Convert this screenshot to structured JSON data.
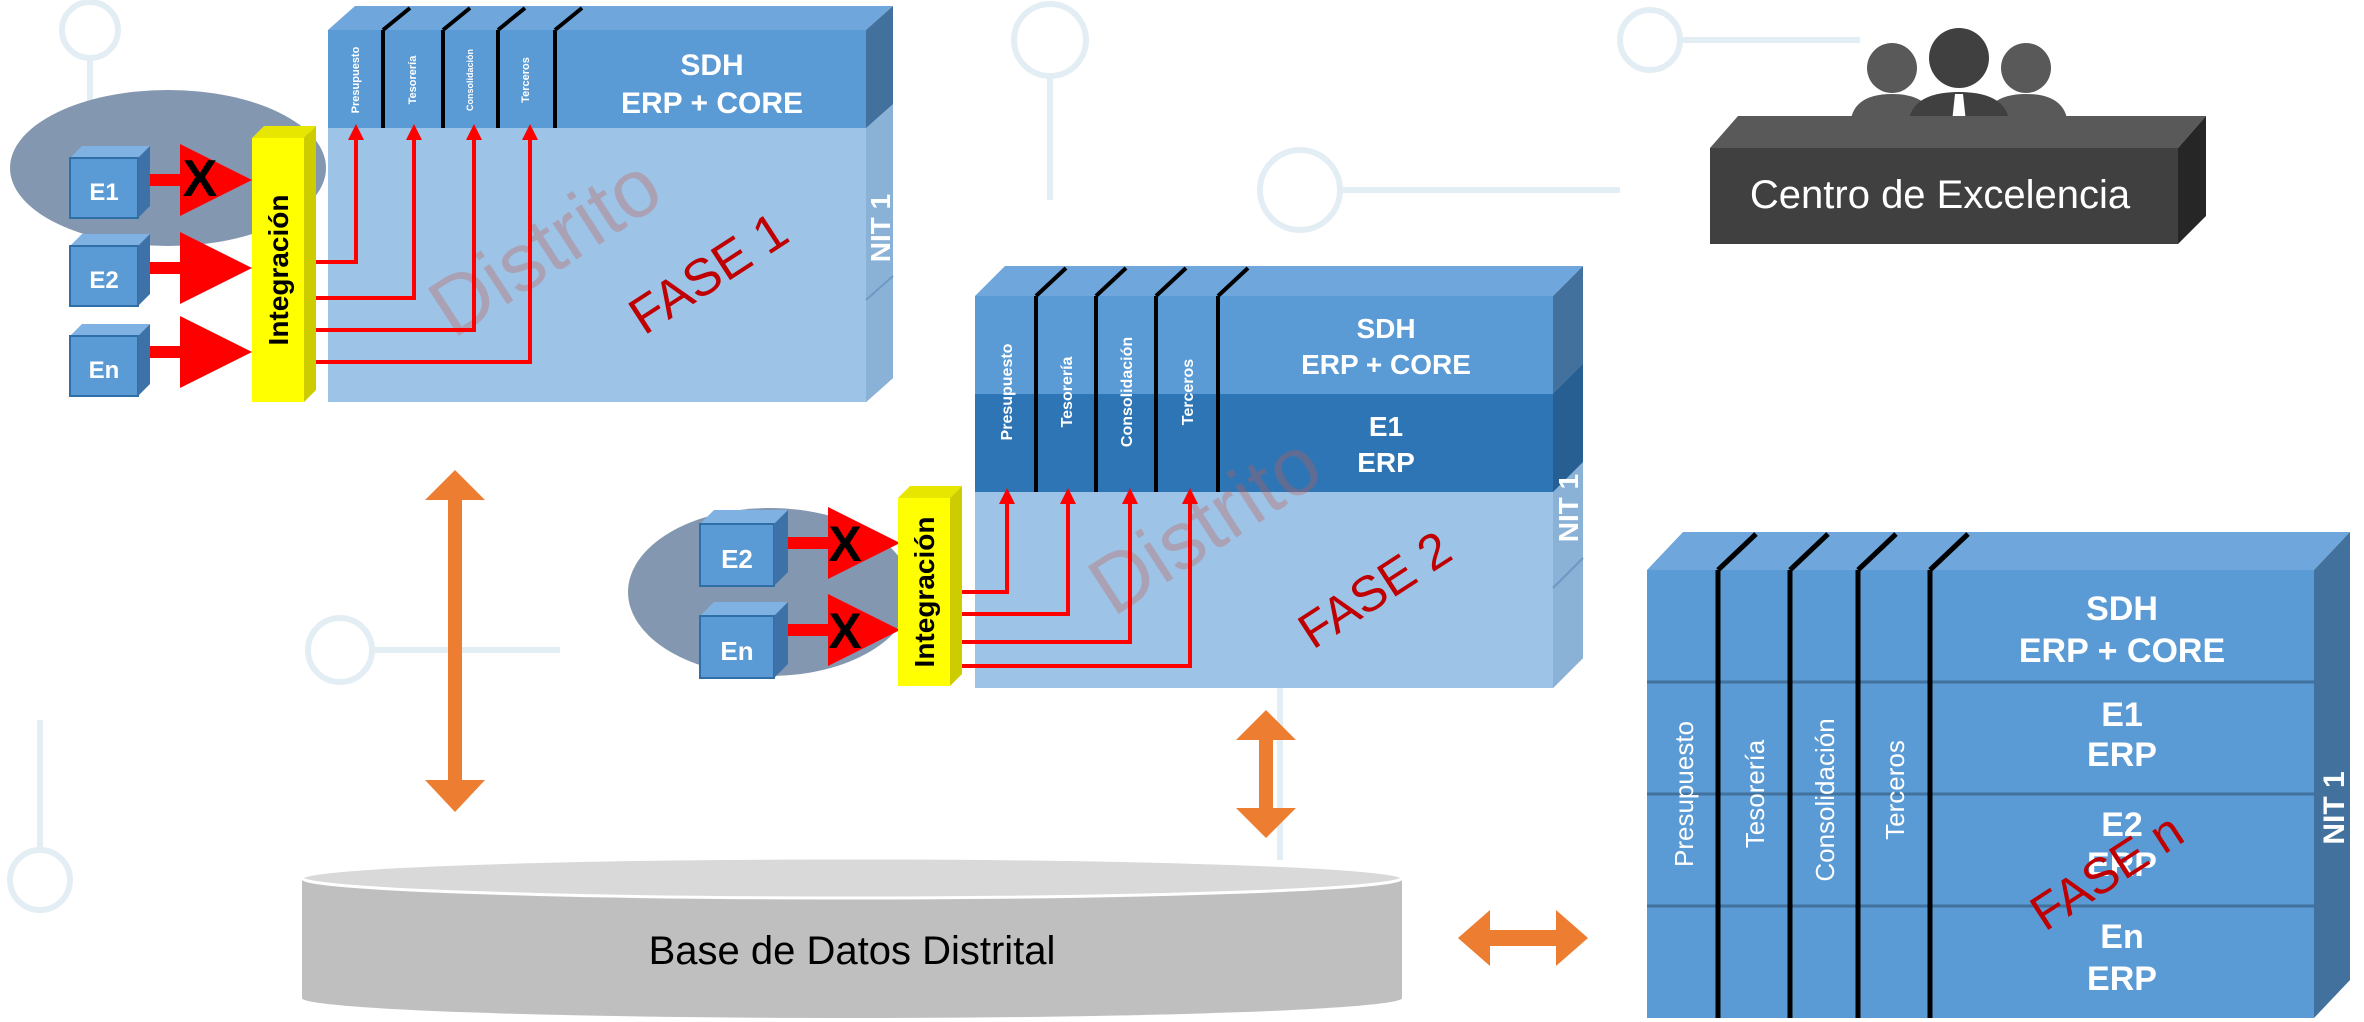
{
  "colors": {
    "block_top": "#5b9bd5",
    "block_side": "#41719c",
    "block_light": "#9dc3e6",
    "block_e1": "#2e75b6",
    "module_top": "#4f89c3",
    "integration": "#ffff00",
    "arrow_red": "#ff0000",
    "arrow_orange": "#ed7d31",
    "watermark": "#c65b4b",
    "fase_text": "#c00000",
    "ellipse": "#8497b0",
    "coe_box": "#404040",
    "db_fill": "#bfbfbf"
  },
  "fase1": {
    "entities": [
      "E1",
      "E2",
      "En"
    ],
    "blocked_mark": "X",
    "integration_label": "Integración",
    "modules": [
      "Presupuesto",
      "Tesorería",
      "Consolidación",
      "Terceros"
    ],
    "core_line1": "SDH",
    "core_line2": "ERP + CORE",
    "nit_label": "NIT 1",
    "watermark": "Distrito",
    "fase_label": "FASE 1"
  },
  "fase2": {
    "entities": [
      "E2",
      "En"
    ],
    "blocked_mark": "X",
    "integration_label": "Integración",
    "modules": [
      "Presupuesto",
      "Tesorería",
      "Consolidación",
      "Terceros"
    ],
    "core_line1": "SDH",
    "core_line2": "ERP + CORE",
    "e1_line1": "E1",
    "e1_line2": "ERP",
    "nit_label": "NIT 1",
    "watermark": "Distrito",
    "fase_label": "FASE 2"
  },
  "fasen": {
    "modules": [
      "Presupuesto",
      "Tesorería",
      "Consolidación",
      "Terceros"
    ],
    "rows": [
      {
        "line1": "SDH",
        "line2": "ERP + CORE"
      },
      {
        "line1": "E1",
        "line2": "ERP"
      },
      {
        "line1": "E2",
        "line2": "ERP"
      },
      {
        "line1": "En",
        "line2": "ERP"
      }
    ],
    "nit_label": "NIT 1",
    "fase_label": "FASE n"
  },
  "coe": {
    "label": "Centro de Excelencia"
  },
  "database": {
    "label": "Base de Datos Distrital"
  }
}
